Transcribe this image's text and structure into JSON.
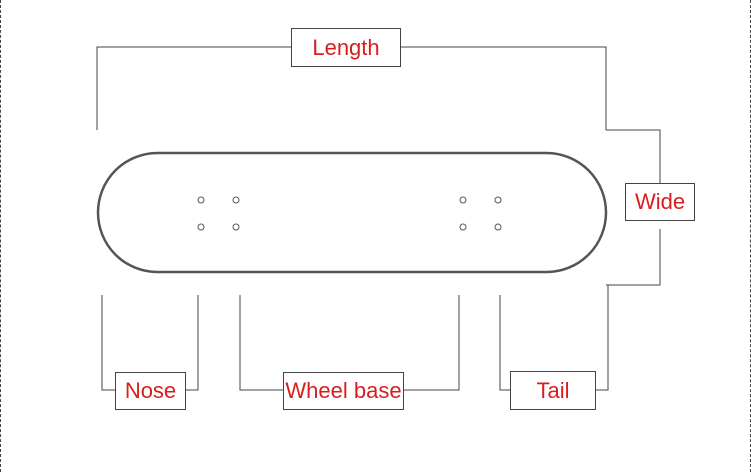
{
  "labels": {
    "length": "Length",
    "wide": "Wide",
    "nose": "Nose",
    "wheel_base": "Wheel base",
    "tail": "Tail"
  },
  "colors": {
    "label_text": "#d81e1e",
    "lines": "#444444",
    "deck_outline": "#555555"
  }
}
